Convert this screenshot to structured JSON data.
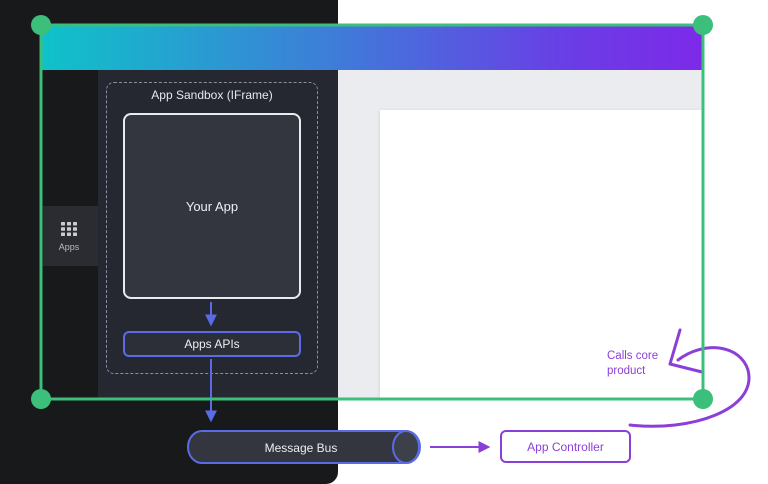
{
  "sidebar": {
    "apps_label": "Apps",
    "sandbox_label": "App Sandbox (IFrame)",
    "your_app_label": "Your App",
    "apps_apis_label": "Apps APIs"
  },
  "bus": {
    "message_bus_label": "Message Bus",
    "app_controller_label": "App Controller"
  },
  "annotation": {
    "calls_core_product": "Calls core\nproduct"
  },
  "colors": {
    "frame_green": "#3cbf7a",
    "accent_blue": "#5b6be6",
    "accent_purple": "#8b3fd9",
    "gradient_start": "#0fc2c9",
    "gradient_end": "#7d2ae8"
  }
}
